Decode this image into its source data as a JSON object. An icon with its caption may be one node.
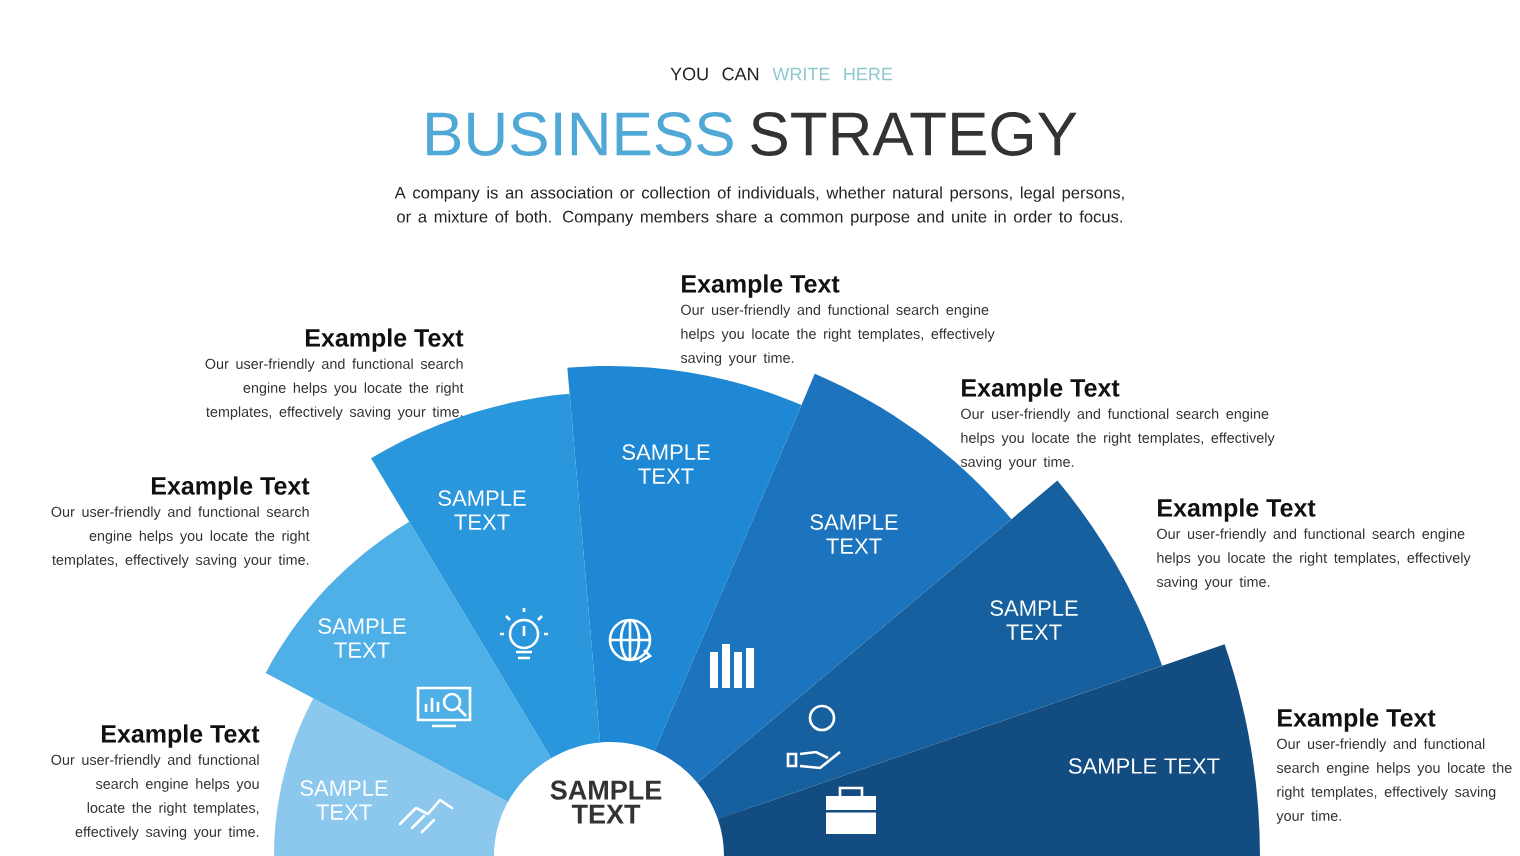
{
  "diagram": {
    "nodes": [
      {
        "text": [
          "SAMPLE TEXT"
        ],
        "beside": [
          "Example Text",
          "Our user-friendly and functional search engine helps you locate the right templates, effectively saving your time."
        ]
      },
      {
        "text": [
          "SAMPLE TEXT"
        ],
        "beside": [
          "Example Text",
          "Our user-friendly and functional search engine helps you locate the right templates, effectively saving your time."
        ]
      },
      {
        "text": [
          "SAMPLE TEXT"
        ],
        "beside": [
          "Example Text",
          "Our user-friendly and functional search engine helps you locate the right templates, effectively saving your time."
        ]
      },
      {
        "text": [
          "SAMPLE TEXT"
        ],
        "beside": [
          "Example Text",
          "Our user-friendly and functional search engine helps you locate the right templates, effectively saving your time."
        ]
      },
      {
        "text": [
          "SAMPLE TEXT"
        ],
        "beside": [
          "Example Text",
          "Our user-friendly and functional search engine helps you locate the right templates, effectively saving your time."
        ]
      },
      {
        "text": [
          "SAMPLE TEXT"
        ],
        "beside": [
          "Example Text",
          "Our user-friendly and functional search engine helps you locate the right templates, effectively saving your time."
        ]
      },
      {
        "text": [
          "SAMPLE TEXT"
        ],
        "beside": [
          "Example Text",
          "Our user-friendly and functional search engine helps you locate the right templates, effectively saving your time."
        ]
      },
      {
        "text": [
          "SAMPLE TEXT"
        ]
      }
    ],
    "labels": [
      "YOU CAN",
      "WRITE HERE",
      "BUSINESS",
      "STRATEGY",
      "A company is an association or collection of individuals, whether natural persons, legal persons, or a mixture of both. Company members share a common purpose and unite in order to focus."
    ]
  }
}
